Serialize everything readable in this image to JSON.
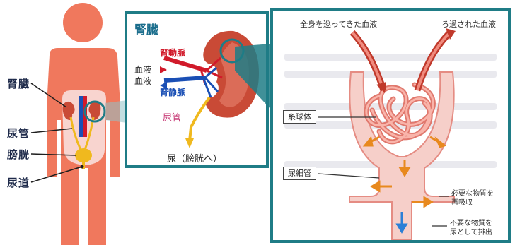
{
  "body_labels": {
    "kidney": "腎臓",
    "ureter": "尿管",
    "bladder": "膀胱",
    "urethra": "尿道"
  },
  "kidney_panel": {
    "title": "腎臓",
    "renal_artery": "腎動脈",
    "blood_in": "血液",
    "blood_out": "血液",
    "renal_vein": "腎静脈",
    "ureter": "尿管",
    "urine_to_bladder": "尿（膀胱へ）"
  },
  "nephron_panel": {
    "blood_in_label": "全身を巡ってきた血液",
    "blood_out_label": "ろ過された血液",
    "glomerulus": "糸球体",
    "tubule": "尿細管",
    "reabsorb_note": [
      "必要な物質を",
      "再吸収"
    ],
    "excrete_note": [
      "不要な物質を",
      "尿として排出"
    ]
  },
  "colors": {
    "panel_border": "#1f7c86",
    "artery": "#d11a2a",
    "vein": "#1a4fb5",
    "kidney": "#c94a36",
    "body": "#f0785d",
    "tubule": "#f6a79c",
    "arrow_orange": "#e8891e",
    "arrow_blue": "#2b7fd6",
    "urine": "#f0b91e"
  },
  "icons": [
    "human-body-icon",
    "kidney-icon",
    "glomerulus-icon"
  ]
}
